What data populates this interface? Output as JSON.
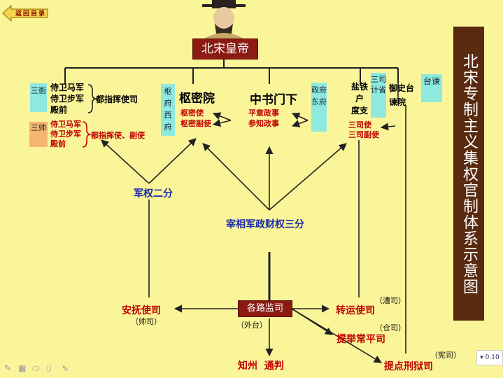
{
  "nav": {
    "back_label": "返回目录"
  },
  "emperor": {
    "title": "北宋皇帝"
  },
  "side_title": "北宋专制主义集权官制体系示意图",
  "branches": {
    "military_guards": {
      "tag": "三衙",
      "lines": [
        "侍卫马军",
        "侍卫步军",
        "殿前"
      ],
      "office": "都指挥使司"
    },
    "three_commanders": {
      "tag": "三帅",
      "lines": [
        "侍卫马军",
        "侍卫步军",
        "殿前"
      ],
      "office": "都指挥使、副使"
    },
    "privy": {
      "tag": "枢府 西府",
      "title": "枢密院",
      "officers": [
        "枢密使",
        "枢密副使"
      ]
    },
    "secretariat": {
      "title": "中书门下",
      "officers": [
        "平章政事",
        "参知政事"
      ],
      "tag": "政府 东府"
    },
    "finance": {
      "lines": [
        "盐铁",
        "户",
        "度支"
      ],
      "tag": "三司 计省",
      "officers": [
        "三司使",
        "三司副使"
      ]
    },
    "censorate": {
      "lines": [
        "御史台",
        "谏院"
      ],
      "tag": "台谏"
    }
  },
  "labels": {
    "military_split": "军权二分",
    "three_split": "宰相军政财权三分",
    "circuit_office": "各路监司",
    "waitai": "（外台）",
    "pacification": "安抚使司",
    "shuaisi": "（帅司）",
    "transport": "转运使司",
    "caosi": "（漕司）",
    "granary": "提举常平司",
    "cangsi": "（仓司）",
    "judicial": "提点刑狱司",
    "xiansi": "（宪司）",
    "prefects": "知州  通判"
  },
  "corner_popup": "▾ 0.10"
}
